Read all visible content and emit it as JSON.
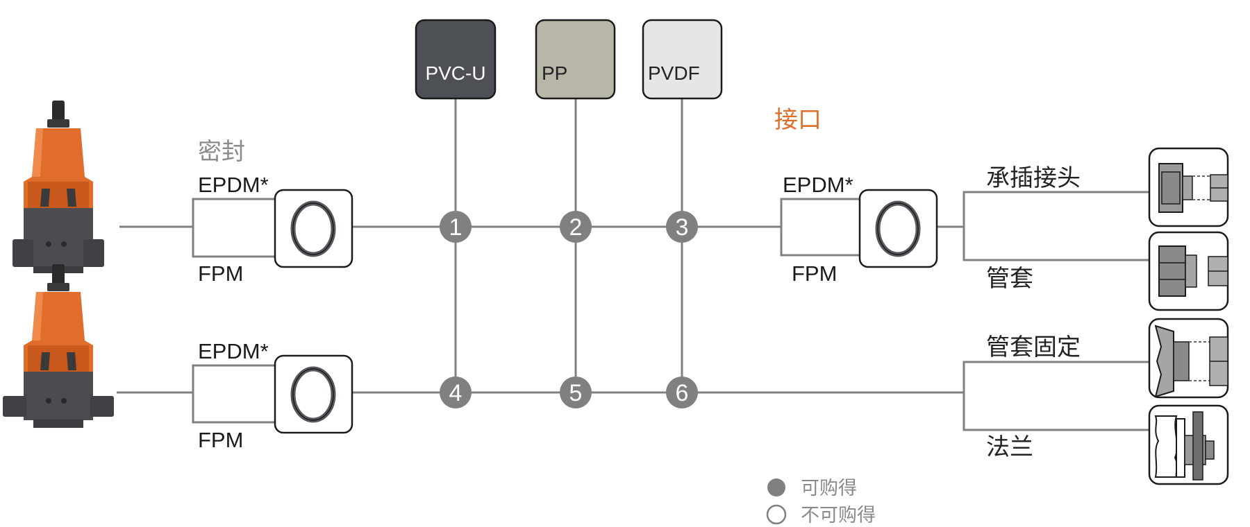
{
  "colors": {
    "line": "#808080",
    "node": "#808080",
    "pvcu": "#4d5155",
    "pp": "#b8b6a7",
    "pvdf": "#e5e6e8",
    "orange": "#e06d2b",
    "dark_body": "#4a4c4f"
  },
  "seal": {
    "heading": "密封",
    "epdm": "EPDM*",
    "fpm": "FPM"
  },
  "materials": [
    {
      "label": "PVC-U",
      "icon": "pvc-u-swatch"
    },
    {
      "label": "PP",
      "icon": "pp-swatch"
    },
    {
      "label": "PVDF",
      "icon": "pvdf-swatch"
    }
  ],
  "nodes": [
    "1",
    "2",
    "3",
    "4",
    "5",
    "6"
  ],
  "connection": {
    "heading": "接口"
  },
  "connections": [
    "承插接头",
    "管套",
    "管套固定",
    "法兰"
  ],
  "legend": {
    "available": "可购得",
    "not_available": "不可购得"
  },
  "icons": [
    "pressure-relief-valve-icon",
    "o-ring-icon",
    "socket-joint-icon",
    "union-icon",
    "union-fixed-icon",
    "flange-icon"
  ]
}
